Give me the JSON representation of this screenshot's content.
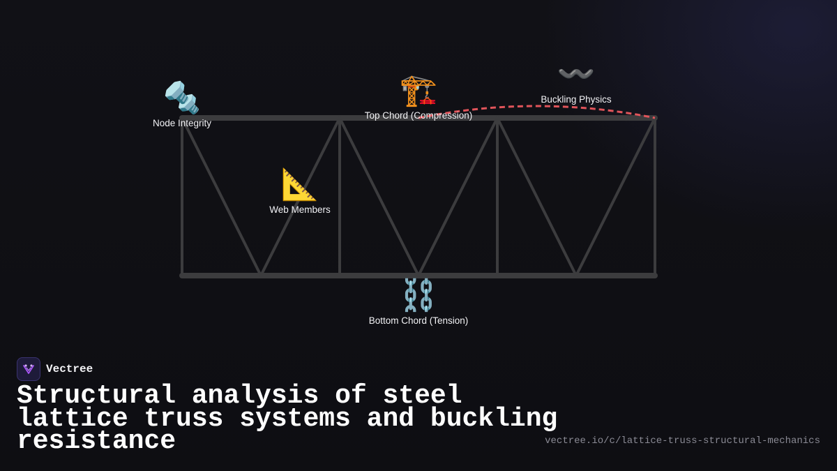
{
  "diagram": {
    "nodes": [
      {
        "icon": "🔩",
        "icon_name": "bolt-nut-icon",
        "label": "Node Integrity"
      },
      {
        "icon": "🏗️",
        "icon_name": "construction-crane-icon",
        "label": "Top Chord (Compression)"
      },
      {
        "icon": "〰️",
        "icon_name": "wavy-line-icon",
        "label": "Buckling Physics"
      },
      {
        "icon": "📐",
        "icon_name": "triangular-ruler-icon",
        "label": "Web Members"
      },
      {
        "icon": "⛓️",
        "icon_name": "chains-icon",
        "label": "Bottom Chord (Tension)"
      }
    ]
  },
  "brand": {
    "name": "Vectree"
  },
  "title": "Structural analysis of steel lattice truss systems and buckling resistance",
  "url": "vectree.io/c/lattice-truss-structural-mechanics",
  "colors": {
    "background": "#111116",
    "truss_member": "#3c3c3e",
    "buckling_curve": "#e0545a",
    "text": "#f2f2f5",
    "url_text": "#8a8a94",
    "brand_accent": "#a855f7"
  }
}
